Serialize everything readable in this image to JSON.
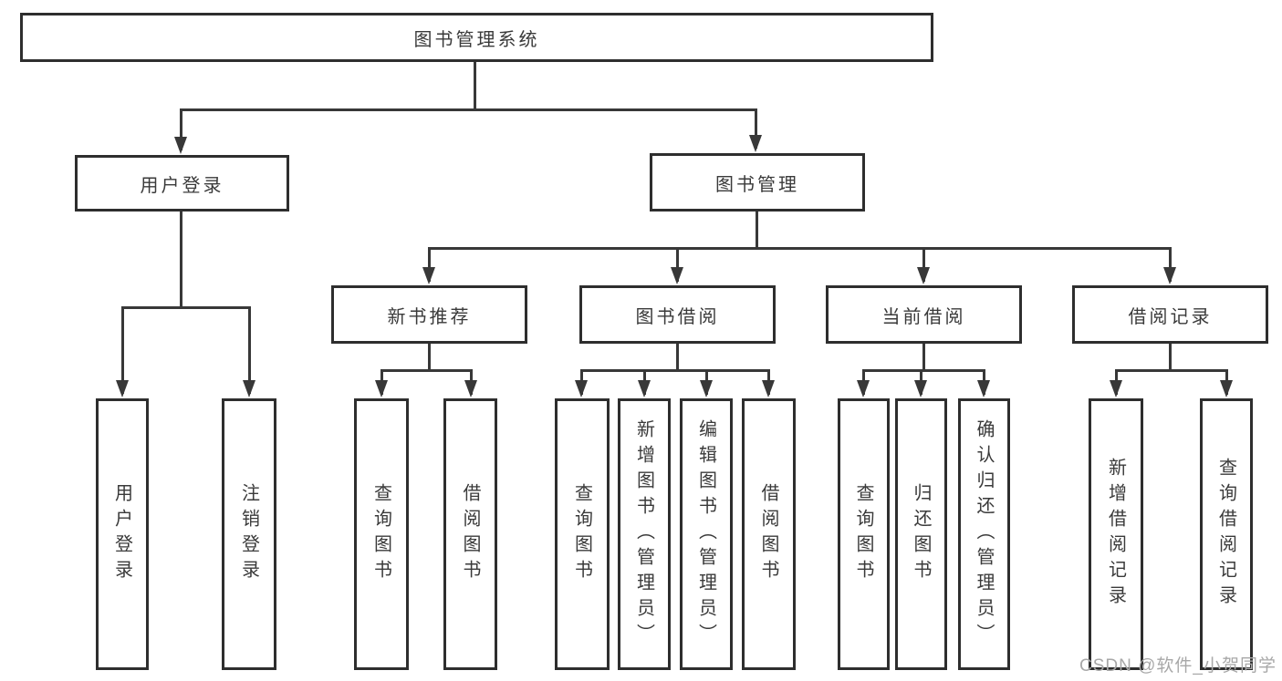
{
  "diagram": {
    "title": "图书管理系统",
    "watermark": "CSDN @软件_小贺同学",
    "colors": {
      "line": "#383838",
      "box_border": "#2e2e2e",
      "text": "#3a3a3a",
      "background": "#ffffff",
      "watermark": "#a8a8a8"
    },
    "nodes": {
      "root": "图书管理系统",
      "user_login": "用户登录",
      "book_mgmt": "图书管理",
      "new_book_rec": "新书推荐",
      "book_borrow": "图书借阅",
      "current_borrow": "当前借阅",
      "borrow_records": "借阅记录",
      "ul_user_login": "用户登录",
      "ul_logout": "注销登录",
      "nb_query_book": "查询图书",
      "nb_borrow_book": "借阅图书",
      "bb_query_book": "查询图书",
      "bb_add_book": "新增图书（管理员）",
      "bb_edit_book": "编辑图书（管理员）",
      "bb_borrow_book": "借阅图书",
      "cb_query_book": "查询图书",
      "cb_return_book": "归还图书",
      "cb_confirm_return": "确认归还（管理员）",
      "br_add_record": "新增借阅记录",
      "br_query_record": "查询借阅记录"
    }
  }
}
